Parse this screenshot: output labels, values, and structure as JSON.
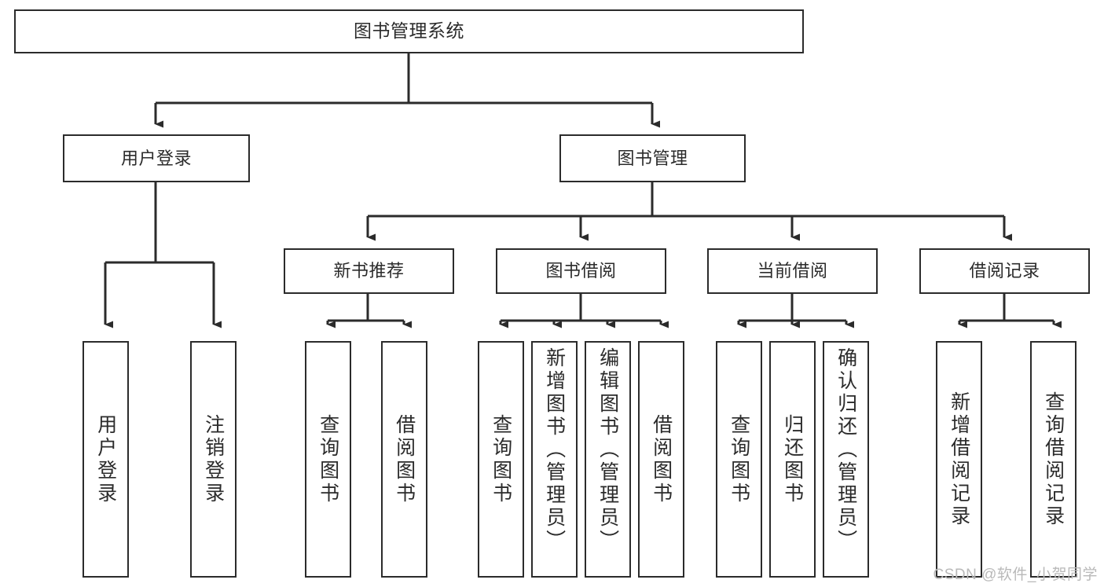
{
  "diagram": {
    "type": "tree-hierarchy-chart",
    "title": "图书管理系统",
    "root": {
      "label": "图书管理系统"
    },
    "level2": [
      {
        "label": "用户登录"
      },
      {
        "label": "图书管理"
      }
    ],
    "level3": [
      {
        "label": "新书推荐"
      },
      {
        "label": "图书借阅"
      },
      {
        "label": "当前借阅"
      },
      {
        "label": "借阅记录"
      }
    ],
    "leaves": {
      "user_login": [
        {
          "label": "用户登录"
        },
        {
          "label": "注销登录"
        }
      ],
      "new_book_recommend": [
        {
          "label": "查询图书"
        },
        {
          "label": "借阅图书"
        }
      ],
      "book_borrow": [
        {
          "label": "查询图书"
        },
        {
          "label": "新增图书（管理员）"
        },
        {
          "label": "编辑图书（管理员）"
        },
        {
          "label": "借阅图书"
        }
      ],
      "current_borrow": [
        {
          "label": "查询图书"
        },
        {
          "label": "归还图书"
        },
        {
          "label": "确认归还（管理员）"
        }
      ],
      "borrow_record": [
        {
          "label": "新增借阅记录"
        },
        {
          "label": "查询借阅记录"
        }
      ]
    }
  },
  "watermark": {
    "text": "CSDN @软件_小贺同学"
  },
  "colors": {
    "box_border": "#2b2b2b",
    "box_fill": "#ffffff",
    "connector": "#2b2b2b",
    "text": "#2b2b2b",
    "watermark": "#b9b9b9",
    "background": "#ffffff"
  }
}
